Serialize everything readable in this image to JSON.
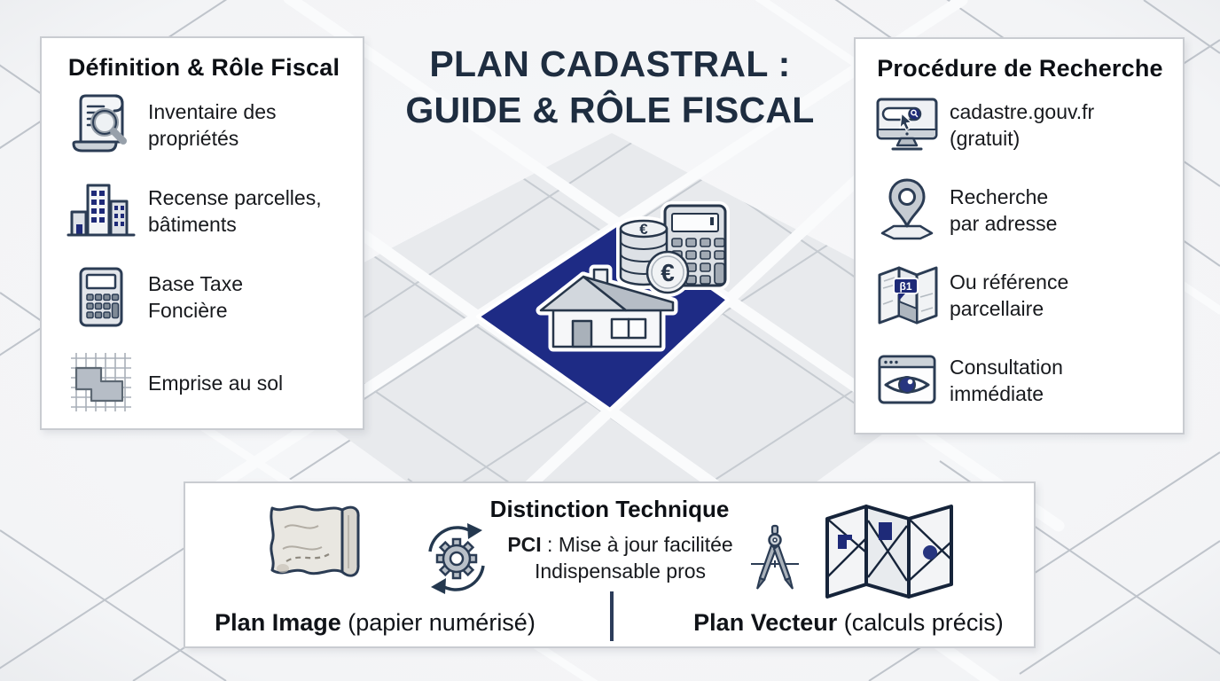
{
  "title": {
    "line1": "PLAN CADASTRAL :",
    "line2": "GUIDE & RÔLE FISCAL"
  },
  "left_panel": {
    "heading": "Définition & Rôle Fiscal",
    "items": [
      {
        "icon": "document-magnifier-icon",
        "lines": [
          "Inventaire des",
          "propriétés"
        ]
      },
      {
        "icon": "buildings-icon",
        "lines": [
          "Recense parcelles,",
          "bâtiments"
        ]
      },
      {
        "icon": "calculator-icon",
        "lines": [
          "Base Taxe",
          "Foncière"
        ]
      },
      {
        "icon": "land-footprint-icon",
        "lines": [
          "Emprise au sol"
        ]
      }
    ]
  },
  "right_panel": {
    "heading": "Procédure de Recherche",
    "items": [
      {
        "icon": "monitor-search-icon",
        "lines": [
          "cadastre.gouv.fr",
          "(gratuit)"
        ]
      },
      {
        "icon": "map-pin-icon",
        "lines": [
          "Recherche",
          "par adresse"
        ]
      },
      {
        "icon": "folded-map-icon",
        "badge": "β1",
        "lines": [
          "Ou référence",
          "parcellaire"
        ]
      },
      {
        "icon": "browser-eye-icon",
        "lines": [
          "Consultation",
          "immédiate"
        ]
      }
    ]
  },
  "center_illustration": {
    "euro_symbol": "€"
  },
  "bottom_panel": {
    "heading": "Distinction Technique",
    "pci_bold": "PCI",
    "pci_rest": " : Mise à jour facilitée",
    "pci_line2": "Indispensable pros",
    "plan_image_bold": "Plan Image",
    "plan_image_rest": " (papier numérisé)",
    "plan_vecteur_bold": "Plan Vecteur",
    "plan_vecteur_rest": " (calculs précis)"
  },
  "colors": {
    "parcel_navy": "#1e2b85",
    "badge_navy": "#1e2a78",
    "title_navy": "#1e2d40",
    "icon_stroke_navy": "#2b3c54",
    "card_border": "#c9ccd1",
    "background": "#f6f7f9",
    "parcel_line_gray": "#bfc4cb"
  }
}
